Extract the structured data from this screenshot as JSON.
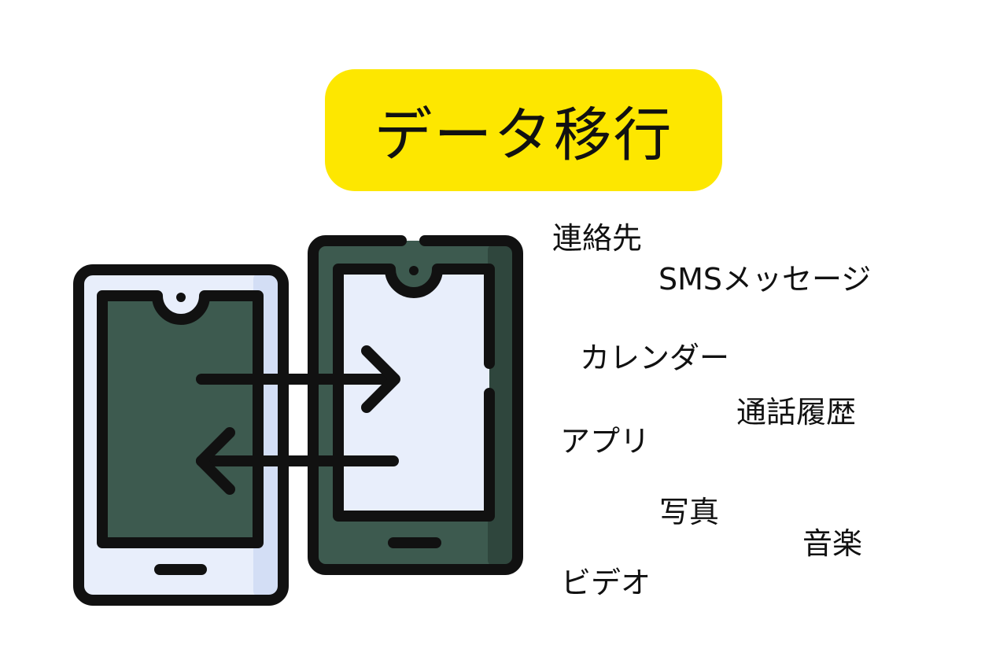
{
  "title": "データ移行",
  "colors": {
    "badge": "#FDE700",
    "ink": "#111111",
    "phone_dark": "#3D5A4F",
    "phone_dark_shade": "#2F463D",
    "phone_light": "#E8EEFB",
    "phone_light_shade": "#D3DEF5"
  },
  "icons": {
    "source_phone": "smartphone-icon",
    "target_phone": "smartphone-icon",
    "transfer": "transfer-arrows-icon"
  },
  "data_types": {
    "contacts": "連絡先",
    "sms": "SMSメッセージ",
    "calendar": "カレンダー",
    "call_history": "通話履歴",
    "apps": "アプリ",
    "photos": "写真",
    "music": "音楽",
    "video": "ビデオ"
  }
}
